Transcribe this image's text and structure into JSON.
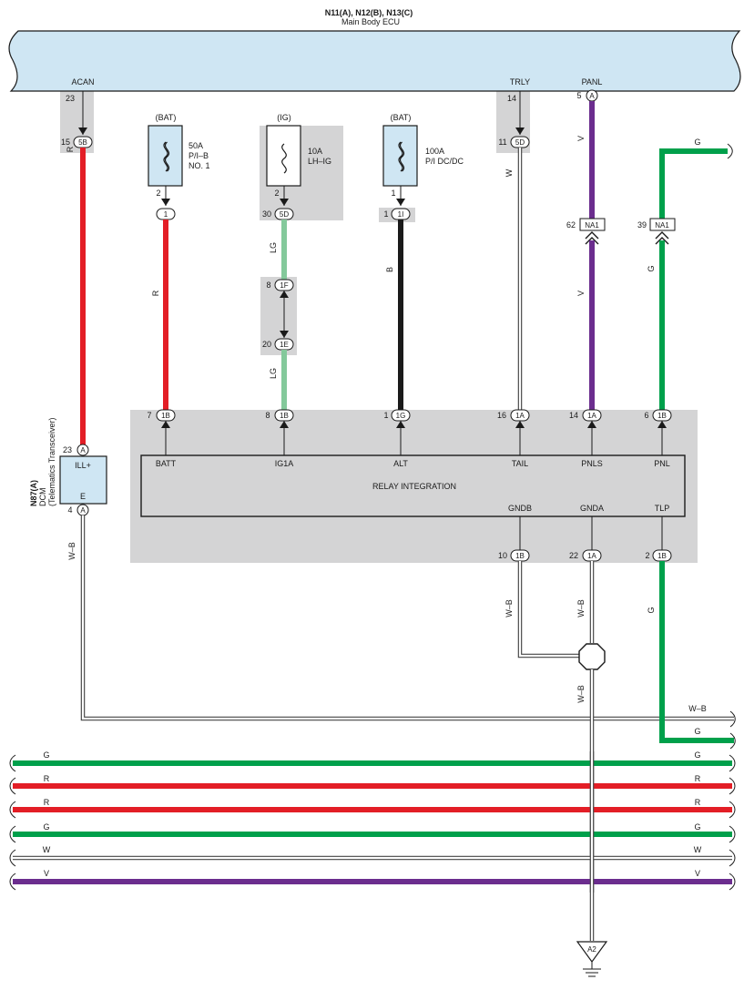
{
  "ecu": {
    "title": "N11(A), N12(B), N13(C)",
    "subtitle": "Main Body ECU",
    "terminals": {
      "acan": "ACAN",
      "trly": "TRLY",
      "panl": "PANL"
    },
    "pins": {
      "acan": "23",
      "trly": "14",
      "panl": "5"
    },
    "panl_connector": "A"
  },
  "colors": {
    "red": "#e31e26",
    "green": "#00a04b",
    "light_green": "#84c99b",
    "black": "#1a1a1a",
    "violet": "#6b2d8e",
    "ecu_fill": "#cfe6f3",
    "gray_box": "#d4d4d5"
  },
  "fuses": [
    {
      "source": "(BAT)",
      "rating": "50A",
      "name_line1": "P/I–B",
      "name_line2": "NO. 1",
      "pin": "2",
      "conn": "1",
      "conn_pin": "",
      "icon": "fuse-icon"
    },
    {
      "source": "(IG)",
      "rating": "10A",
      "name_line1": "LH–IG",
      "name_line2": "",
      "pin": "2",
      "conn": "5D",
      "conn_pin": "30",
      "icon": "fuse-icon"
    },
    {
      "source": "(BAT)",
      "rating": "100A",
      "name_line1": "P/I DC/DC",
      "name_line2": "",
      "pin": "1",
      "conn": "1I",
      "conn_pin": "1",
      "icon": "fuse-icon"
    }
  ],
  "connectors": {
    "acan_5b": {
      "pin": "15",
      "label": "5B"
    },
    "trly_5d": {
      "pin": "11",
      "label": "5D"
    },
    "na1_left": {
      "pin": "62",
      "label": "NA1"
    },
    "na1_right": {
      "pin": "39",
      "label": "NA1"
    },
    "jb_1f": {
      "pin": "8",
      "label": "1F"
    },
    "jb_1e": {
      "pin": "20",
      "label": "1E"
    }
  },
  "wire_labels": {
    "acan": "R",
    "batt": "R",
    "ig1a_upper": "LG",
    "ig1a_lower": "LG",
    "alt": "B",
    "tail": "W",
    "panl_upper": "V",
    "panl_lower": "V",
    "pnl_top": "G",
    "pnl_mid": "G",
    "dcm_ground": "W–B",
    "gndb": "W–B",
    "gnda": "W–B",
    "ground_trunk": "W–B",
    "tlp": "G",
    "bus_wb": "W–B",
    "bus_g": "G"
  },
  "relay": {
    "name": "RELAY INTEGRATION",
    "top_terminals": [
      {
        "pin": "7",
        "conn": "1B",
        "label": "BATT"
      },
      {
        "pin": "8",
        "conn": "1B",
        "label": "IG1A"
      },
      {
        "pin": "1",
        "conn": "1G",
        "label": "ALT"
      },
      {
        "pin": "16",
        "conn": "1A",
        "label": "TAIL"
      },
      {
        "pin": "14",
        "conn": "1A",
        "label": "PNLS"
      },
      {
        "pin": "6",
        "conn": "1B",
        "label": "PNL"
      }
    ],
    "bottom_terminals": [
      {
        "pin": "10",
        "conn": "1B",
        "label": "GNDB"
      },
      {
        "pin": "22",
        "conn": "1A",
        "label": "GNDA"
      },
      {
        "pin": "2",
        "conn": "1B",
        "label": "TLP"
      }
    ]
  },
  "dcm": {
    "id": "N87(A)",
    "name": "DCM",
    "desc": "(Telematics Transceiver)",
    "terminal_top": "ILL+",
    "terminal_bottom": "E",
    "pin_top": "23",
    "pin_bottom": "4",
    "conn": "A"
  },
  "bus_lines": [
    {
      "label_left": "G",
      "label_right": "G",
      "color": "green"
    },
    {
      "label_left": "R",
      "label_right": "R",
      "color": "red"
    },
    {
      "label_left": "R",
      "label_right": "R",
      "color": "red"
    },
    {
      "label_left": "G",
      "label_right": "G",
      "color": "green"
    },
    {
      "label_left": "W",
      "label_right": "W",
      "color": "white"
    },
    {
      "label_left": "V",
      "label_right": "V",
      "color": "violet"
    }
  ],
  "ground": {
    "label": "A2",
    "icon": "ground-icon"
  }
}
